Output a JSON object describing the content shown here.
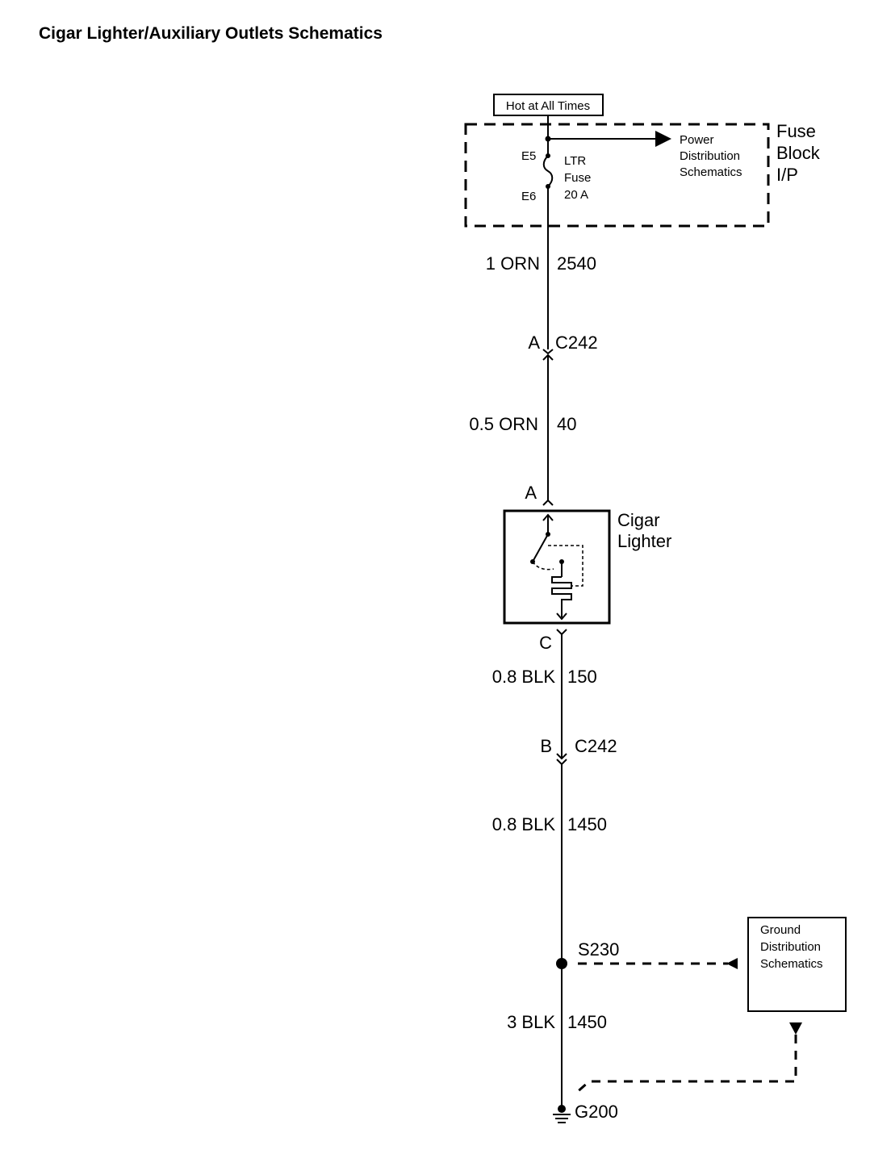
{
  "title": "Cigar Lighter/Auxiliary Outlets Schematics",
  "power_source": {
    "label": "Hot at All Times"
  },
  "fuse_block": {
    "name_lines": [
      "Fuse",
      "Block",
      "I/P"
    ],
    "fuse_terminal_in": "E5",
    "fuse_terminal_out": "E6",
    "fuse_lines": [
      "LTR",
      "Fuse",
      "20 A"
    ],
    "reference_lines": [
      "Power",
      "Distribution",
      "Schematics"
    ]
  },
  "wires": [
    {
      "size_color": "1 ORN",
      "circuit": "2540"
    },
    {
      "size_color": "0.5 ORN",
      "circuit": "40"
    },
    {
      "size_color": "0.8 BLK",
      "circuit": "150"
    },
    {
      "size_color": "0.8 BLK",
      "circuit": "1450"
    },
    {
      "size_color": "3 BLK",
      "circuit": "1450"
    }
  ],
  "connectors": [
    {
      "pin": "A",
      "name": "C242"
    },
    {
      "pin": "B",
      "name": "C242"
    }
  ],
  "component": {
    "name_lines": [
      "Cigar",
      "Lighter"
    ],
    "pin_in": "A",
    "pin_out": "C"
  },
  "splice": {
    "name": "S230"
  },
  "ground_reference": {
    "lines": [
      "Ground",
      "Distribution",
      "Schematics"
    ]
  },
  "ground": {
    "name": "G200"
  }
}
